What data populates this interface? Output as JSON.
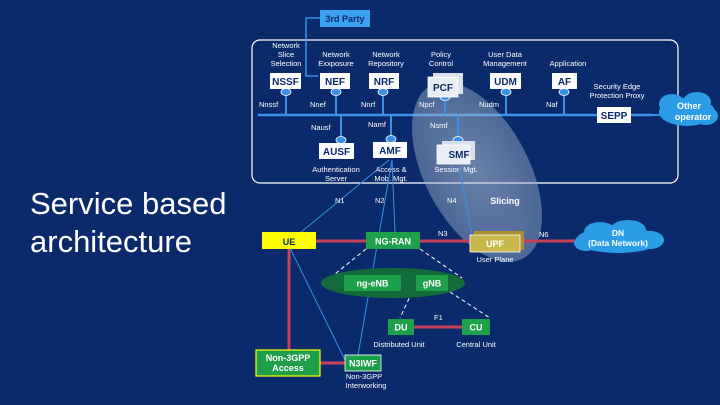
{
  "title_line1": "Service based",
  "title_line2": "architecture",
  "third_party": "3rd Party",
  "top_labels": {
    "nssf": [
      "Network",
      "Slice",
      "Selection"
    ],
    "nef": [
      "Network",
      "Exxposure"
    ],
    "nrf": [
      "Network",
      "Repository"
    ],
    "pcf": [
      "Policy",
      "Control"
    ],
    "udm": [
      "User Data",
      "Management"
    ],
    "af": [
      "Application"
    ],
    "sepp": [
      "Security Edge",
      "Protection Proxy"
    ]
  },
  "nf_names": {
    "nssf": "NSSF",
    "nef": "NEF",
    "nrf": "NRF",
    "pcf": "PCF",
    "udm": "UDM",
    "af": "AF",
    "sepp": "SEPP",
    "ausf": "AUSF",
    "amf": "AMF",
    "smf": "SMF"
  },
  "interfaces": {
    "nnssf": "Nnssf",
    "nnef": "Nnef",
    "nnrf": "Nnrf",
    "npcf": "Npcf",
    "nudm": "Nudm",
    "naf": "Naf",
    "nausf": "Nausf",
    "namf": "Namf",
    "nsmf": "Nsmf"
  },
  "bottom_labels": {
    "ausf": [
      "Authentication",
      "Server"
    ],
    "amf": [
      "Access &",
      "Mob. Mgt."
    ],
    "smf": [
      "Session Mgt."
    ]
  },
  "other_operator": [
    "Other",
    "operator"
  ],
  "ref_points": {
    "n1": "N1",
    "n2": "N2",
    "n4": "N4",
    "n3": "N3",
    "n6": "N6",
    "f1": "F1"
  },
  "slicing": "Slicing",
  "ue": "UE",
  "ngran": "NG-RAN",
  "upf": "UPF",
  "user_plane": "User Plane",
  "dn": [
    "DN",
    "(Data Network)"
  ],
  "ng_enb": "ng-eNB",
  "gnb": "gNB",
  "du": "DU",
  "cu": "CU",
  "distributed_unit": "Distributed Unit",
  "central_unit": "Central Unit",
  "non3gpp": [
    "Non-3GPP",
    "Access"
  ],
  "n3iwf": "N3IWF",
  "n3iwf_label": [
    "Non-3GPP",
    "Interworking"
  ],
  "colors": {
    "background": "#0b2a6b",
    "bus": "#3a8fe6",
    "green": "#1ea04a",
    "ue": "#ffff00",
    "user_plane_link": "#c8405a",
    "cloud": "#2a9de6",
    "upf": "#c8b84a"
  }
}
